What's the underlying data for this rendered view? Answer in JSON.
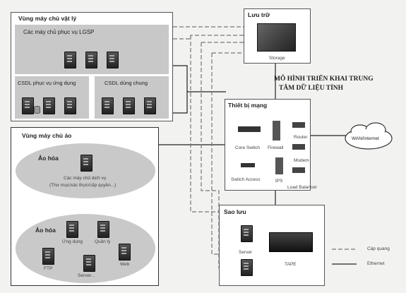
{
  "physical_zone": {
    "title": "Vùng máy chủ vật lý",
    "lgsp_label": "Các máy chủ phục vụ LGSP",
    "app_db_label": "CSDL phục vụ ứng dụng",
    "shared_db_label": "CSDL dùng chung"
  },
  "storage": {
    "title": "Lưu trữ",
    "device_label": "Storage"
  },
  "model_title": [
    "MÔ HÌNH TRIỂN KHAI TRUNG",
    "TÂM DỮ LIỆU TỈNH"
  ],
  "network": {
    "title": "Thiết bị mạng",
    "devices": [
      "Core Switch",
      "Firewall",
      "Router",
      "Modem",
      "Switch Access",
      "IPS",
      "Load Balancer"
    ]
  },
  "wan_label": "WAN/Internet",
  "virtual_zone": {
    "title": "Vùng máy chủ ảo",
    "virt1": {
      "title": "Ảo hóa",
      "line1": "Các máy chủ dịch vụ",
      "line2": "(Thư mục/xác thực/cấp quyền...)"
    },
    "virt2": {
      "title": "Ảo hóa",
      "items": [
        "Ứng dụng",
        "Quản lý",
        "FTP",
        "Web",
        "Server..."
      ]
    }
  },
  "backup": {
    "title": "Sao lưu",
    "server_label": "Server",
    "tape_label": "TAPE"
  },
  "legend": {
    "fiber": "Cáp quang",
    "ethernet": "Ethernet"
  }
}
